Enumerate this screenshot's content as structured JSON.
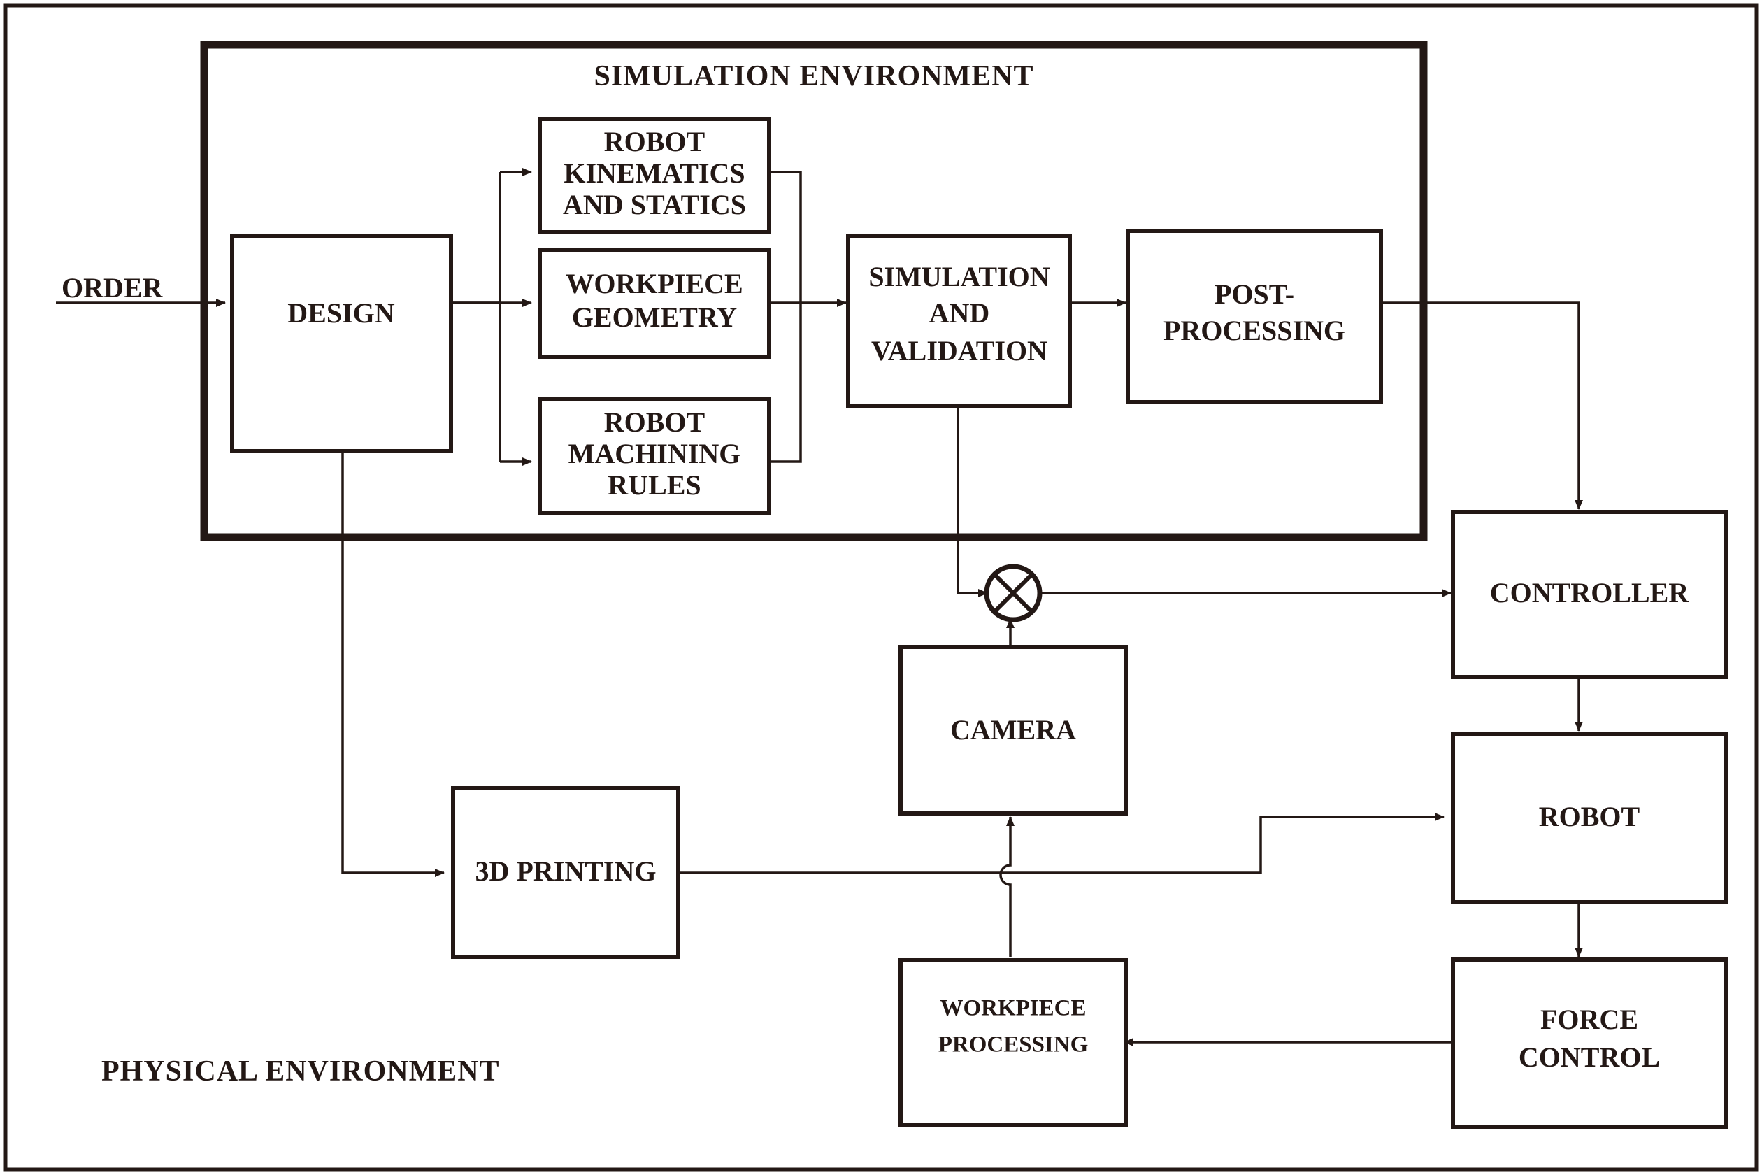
{
  "diagram": {
    "title_simulation": "SIMULATION  ENVIRONMENT",
    "title_physical": "PHYSICAL  ENVIRONMENT",
    "external_input": "ORDER",
    "colors": {
      "ink": "#231815",
      "background": "#ffffff"
    },
    "nodes": [
      {
        "id": "design",
        "label": "DESIGN"
      },
      {
        "id": "kinematics",
        "label": "ROBOT\nKINEMATICS\nAND STATICS"
      },
      {
        "id": "workpiece",
        "label": "WORKPIECE\nGEOMETRY"
      },
      {
        "id": "rules",
        "label": "ROBOT\nMACHINING\nRULES"
      },
      {
        "id": "simulation",
        "label": "SIMULATION\nAND\nVALIDATION"
      },
      {
        "id": "postproc",
        "label": "POST-\nPROCESSING"
      },
      {
        "id": "controller",
        "label": "CONTROLLER"
      },
      {
        "id": "robot",
        "label": "ROBOT"
      },
      {
        "id": "forcecontrol",
        "label": "FORCE\nCONTROL"
      },
      {
        "id": "printing",
        "label": "3D PRINTING"
      },
      {
        "id": "camera",
        "label": "CAMERA"
      },
      {
        "id": "wpprocessing",
        "label": "WORKPIECE\nPROCESSING"
      },
      {
        "id": "junction",
        "label": "summing-junction"
      }
    ],
    "node_text": {
      "design": "DESIGN",
      "kinematics_l1": "ROBOT",
      "kinematics_l2": "KINEMATICS",
      "kinematics_l3": "AND STATICS",
      "workpiece_l1": "WORKPIECE",
      "workpiece_l2": "GEOMETRY",
      "rules_l1": "ROBOT",
      "rules_l2": "MACHINING",
      "rules_l3": "RULES",
      "simulation_l1": "SIMULATION",
      "simulation_l2": "AND",
      "simulation_l3": "VALIDATION",
      "postproc_l1": "POST-",
      "postproc_l2": "PROCESSING",
      "controller": "CONTROLLER",
      "robot": "ROBOT",
      "forcecontrol_l1": "FORCE",
      "forcecontrol_l2": "CONTROL",
      "printing": "3D PRINTING",
      "camera": "CAMERA",
      "wpprocessing_l1": "WORKPIECE",
      "wpprocessing_l2": "PROCESSING"
    },
    "edges": [
      {
        "from": "ORDER",
        "to": "design"
      },
      {
        "from": "design",
        "to": "kinematics"
      },
      {
        "from": "design",
        "to": "workpiece"
      },
      {
        "from": "design",
        "to": "rules"
      },
      {
        "from": "design",
        "to": "printing"
      },
      {
        "from": "kinematics",
        "to": "simulation"
      },
      {
        "from": "workpiece",
        "to": "simulation"
      },
      {
        "from": "rules",
        "to": "simulation"
      },
      {
        "from": "simulation",
        "to": "postproc"
      },
      {
        "from": "simulation",
        "to": "junction"
      },
      {
        "from": "postproc",
        "to": "controller"
      },
      {
        "from": "junction",
        "to": "controller"
      },
      {
        "from": "camera",
        "to": "junction"
      },
      {
        "from": "controller",
        "to": "robot"
      },
      {
        "from": "robot",
        "to": "forcecontrol"
      },
      {
        "from": "forcecontrol",
        "to": "wpprocessing"
      },
      {
        "from": "wpprocessing",
        "to": "camera"
      },
      {
        "from": "printing",
        "to": "robot"
      }
    ]
  }
}
